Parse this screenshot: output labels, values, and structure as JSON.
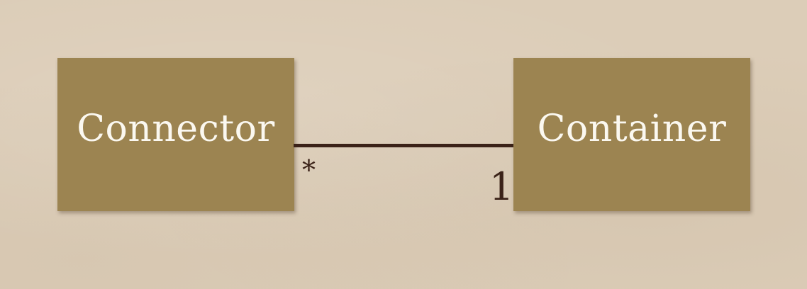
{
  "diagram": {
    "type": "uml-association",
    "left_class": {
      "name": "Connector",
      "multiplicity": "*"
    },
    "right_class": {
      "name": "Container",
      "multiplicity": "1"
    },
    "colors": {
      "background": "#dccdb8",
      "box_fill": "#9c8451",
      "box_text": "#fbf8f0",
      "line": "#3b2218"
    }
  }
}
